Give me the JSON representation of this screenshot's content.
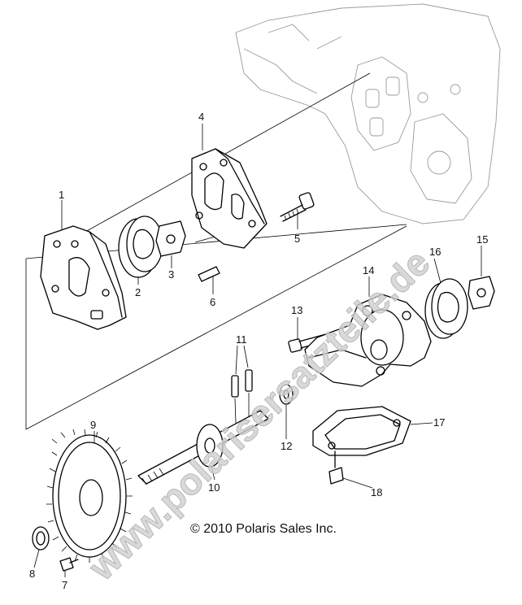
{
  "watermark": "www.polarisersatzteile.de",
  "copyright": "© 2010 Polaris Sales Inc.",
  "callouts": {
    "p1": "1",
    "p2": "2",
    "p3": "3",
    "p4": "4",
    "p5": "5",
    "p6": "6",
    "p7": "7",
    "p8": "8",
    "p9": "9",
    "p10": "10",
    "p11": "11",
    "p12": "12",
    "p13": "13",
    "p14": "14",
    "p15": "15",
    "p16": "16",
    "p17": "17",
    "p18": "18"
  }
}
